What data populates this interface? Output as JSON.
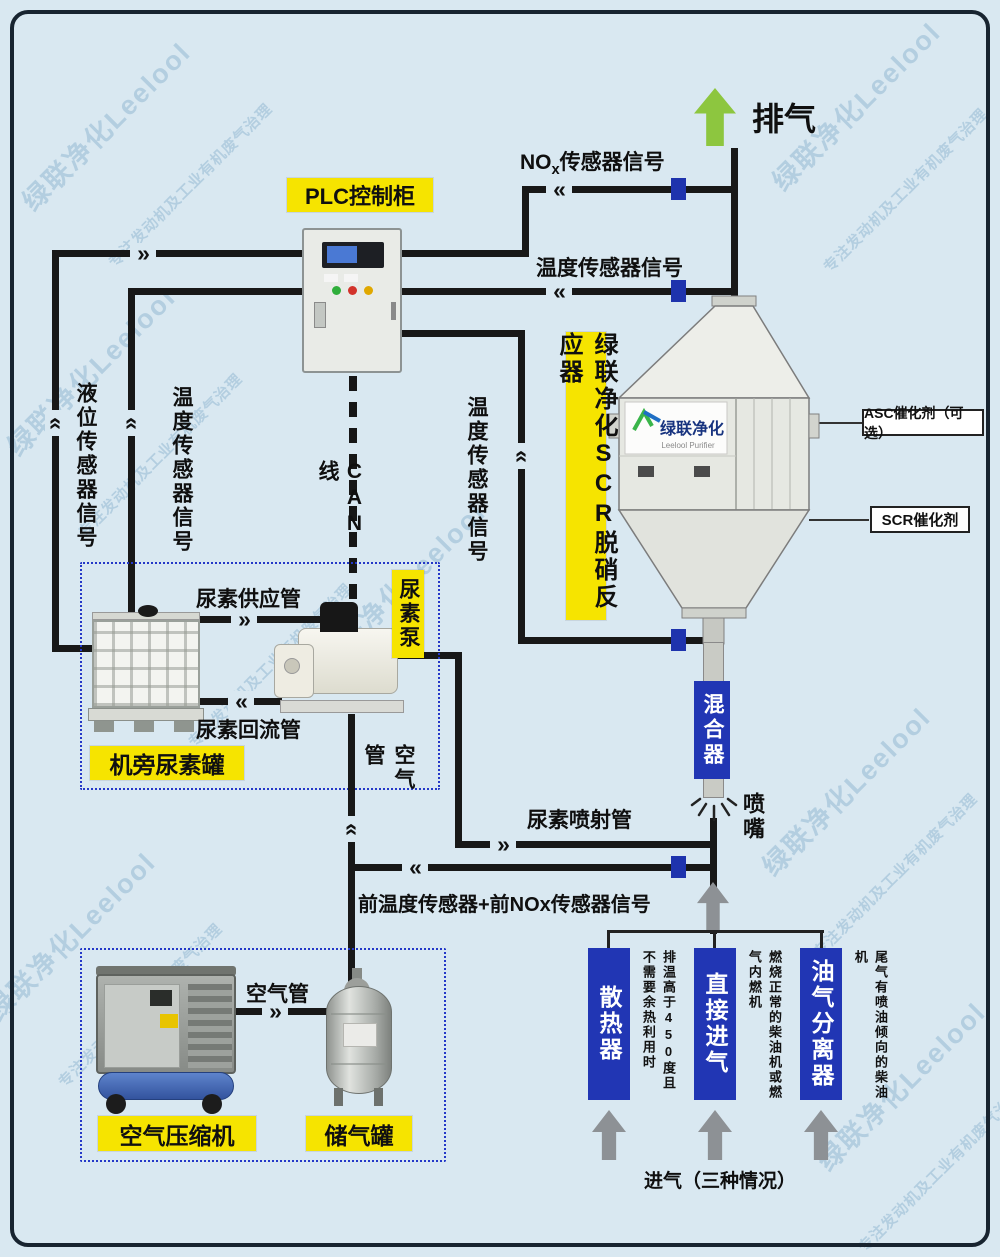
{
  "colors": {
    "background": "#D9E8F1",
    "highlight_yellow": "#F6E400",
    "connector_blue": "#1E33AD",
    "box_blue": "#2136B4",
    "arrow_green": "#8DC63F",
    "arrow_gray": "#8D9195",
    "line_black": "#181818"
  },
  "icons": {
    "chev_left": "«",
    "chev_right": "»"
  },
  "watermark": {
    "brand": "绿联净化Leelool",
    "slogan": "专注发动机及工业有机废气治理"
  },
  "top": {
    "exhaust": "排气"
  },
  "plc": {
    "label": "PLC控制柜"
  },
  "signals": {
    "nox_prefix": "NO",
    "nox_sub": "x",
    "nox_suffix": "传感器信号",
    "temp_top": "温度传感器信号",
    "liquid_level": "液位传感器信号",
    "temp_left": "温度传感器信号",
    "can": "CAN线",
    "temp_mid": "温度传感器信号",
    "front": "前温度传感器+前NOx传感器信号"
  },
  "reactor": {
    "side_label": "绿联净化SCR脱硝反应器",
    "logo_name": "绿联净化",
    "logo_sub": "Leelool Purifier",
    "asc": "ASC催化剂（可选）",
    "scr": "SCR催化剂",
    "mixer": "混合器",
    "nozzle": "喷嘴"
  },
  "urea": {
    "supply": "尿素供应管",
    "pump": "尿素泵",
    "return_pipe": "尿素回流管",
    "tank_group": "机旁尿素罐",
    "injection": "尿素喷射管"
  },
  "air": {
    "pipe_vertical": "空气管",
    "pipe_horizontal": "空气管",
    "compressor": "空气压缩机",
    "tank": "储气罐"
  },
  "intake": {
    "caption": "进气（三种情况）",
    "options": [
      {
        "label": "散热器",
        "note": "排温高于450度且不需要余热利用时"
      },
      {
        "label": "直接进气",
        "note": "燃烧正常的柴油机或燃气内燃机"
      },
      {
        "label": "油气分离器",
        "note": "尾气有喷油倾向的柴油机"
      }
    ]
  }
}
